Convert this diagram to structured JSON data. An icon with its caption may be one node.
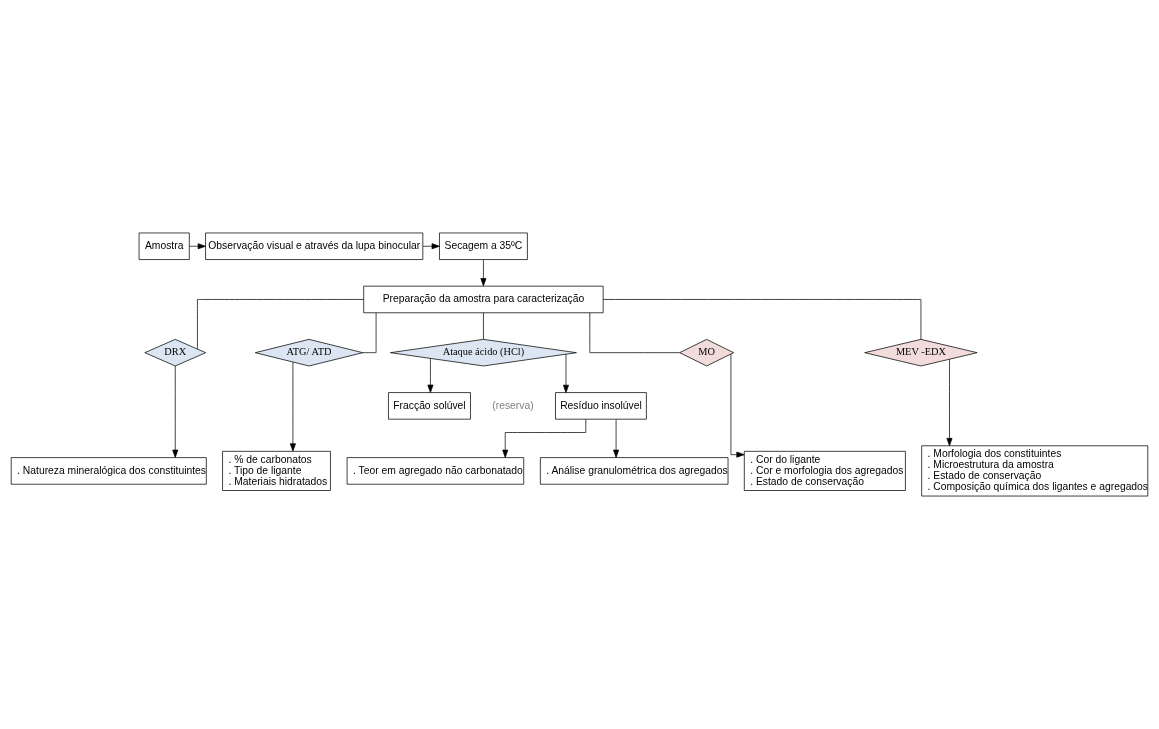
{
  "diagram": {
    "nodes": [
      {
        "text": [
          "Amostra"
        ]
      },
      {
        "text": [
          "Observação visual e através da lupa binocular"
        ]
      },
      {
        "text": [
          "Secagem a 35ºC"
        ]
      },
      {
        "text": [
          "Preparação da amostra para caracterização"
        ]
      },
      {
        "text": [
          "DRX"
        ]
      },
      {
        "text": [
          "ATG/ ATD"
        ]
      },
      {
        "text": [
          "Ataque ácido (HCl)"
        ]
      },
      {
        "text": [
          "MO"
        ]
      },
      {
        "text": [
          "MEV -EDX"
        ]
      },
      {
        "text": [
          "Fracção solúvel"
        ],
        "beside": [
          "(reserva)"
        ]
      },
      {
        "text": [
          "Resíduo insolúvel"
        ]
      },
      {
        "text": [
          ". Natureza mineralógica dos constituintes"
        ]
      },
      {
        "text": [
          ". % de carbonatos",
          ". Tipo de ligante",
          ". Materiais hidratados"
        ]
      },
      {
        "text": [
          ". Teor em agregado não carbonatado"
        ]
      },
      {
        "text": [
          ". Análise granulométrica dos agregados"
        ]
      },
      {
        "text": [
          ". Cor do ligante",
          ". Cor e morfologia dos agregados",
          ". Estado de conservação"
        ]
      },
      {
        "text": [
          ". Morfologia dos constituintes",
          ". Microestrutura da amostra",
          ". Estado de conservação",
          ". Composição química dos ligantes e agregados"
        ]
      }
    ],
    "edges": [
      {
        "from": 0,
        "to": 1,
        "arrow": "to"
      },
      {
        "from": 1,
        "to": 2,
        "arrow": "to"
      },
      {
        "from": 2,
        "to": 3,
        "arrow": "to"
      },
      {
        "from": 3,
        "to": 4,
        "arrow": "none"
      },
      {
        "from": 3,
        "to": 5,
        "arrow": "none"
      },
      {
        "from": 3,
        "to": 6,
        "arrow": "none"
      },
      {
        "from": 3,
        "to": 7,
        "arrow": "none"
      },
      {
        "from": 3,
        "to": 8,
        "arrow": "none"
      },
      {
        "from": 4,
        "to": 11,
        "arrow": "to"
      },
      {
        "from": 5,
        "to": 12,
        "arrow": "to"
      },
      {
        "from": 6,
        "to": 9,
        "arrow": "to"
      },
      {
        "from": 6,
        "to": 10,
        "arrow": "to"
      },
      {
        "from": 10,
        "to": 13,
        "arrow": "to"
      },
      {
        "from": 10,
        "to": 14,
        "arrow": "to"
      },
      {
        "from": 7,
        "to": 15,
        "arrow": "to"
      },
      {
        "from": 8,
        "to": 16,
        "arrow": "to"
      }
    ]
  }
}
